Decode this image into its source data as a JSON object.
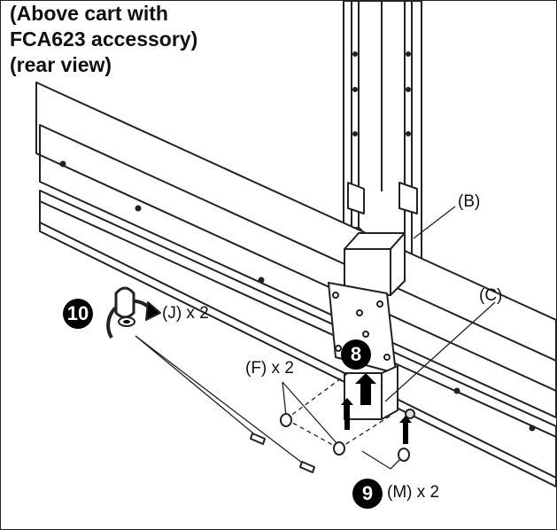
{
  "caption": {
    "line1": "(Above cart with",
    "line2": "FCA623 accessory)",
    "line3": "(rear view)"
  },
  "labels": {
    "b": "(B)",
    "c": "(C)",
    "j": "(J) x 2",
    "f": "(F) x 2",
    "m": "(M) x 2"
  },
  "steps": {
    "s8": "8",
    "s9": "9",
    "s10": "10"
  },
  "icons": [
    "rotate-screwdriver-icon",
    "up-arrow-icon"
  ],
  "colors": {
    "line": "#222222",
    "fill": "#ffffff",
    "step_badge": "#000000"
  }
}
